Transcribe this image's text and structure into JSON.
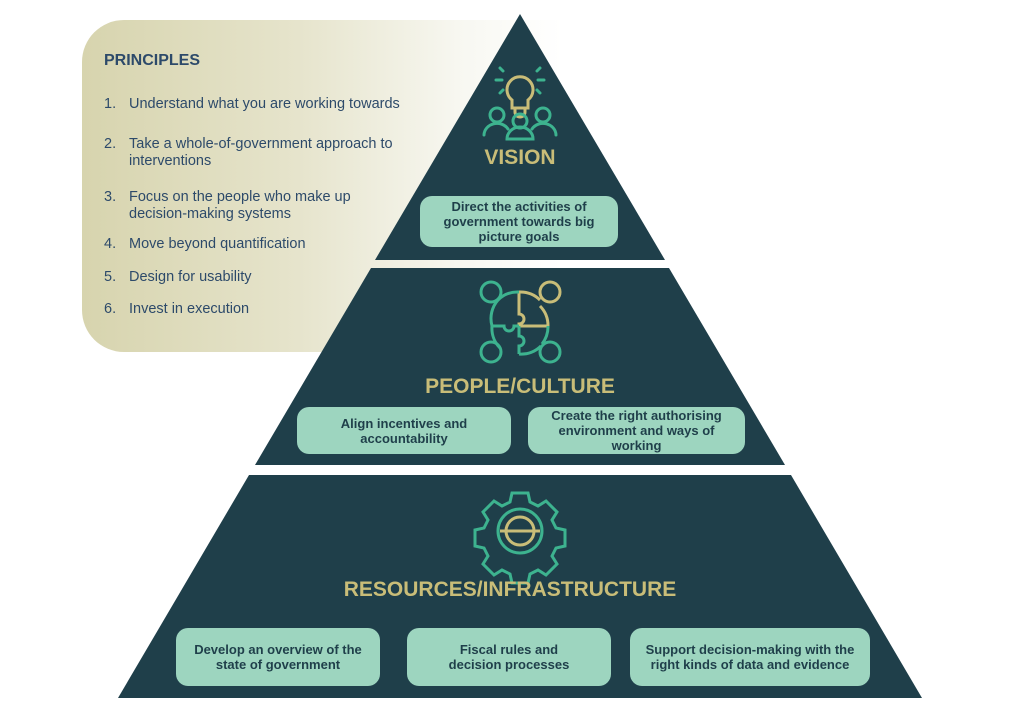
{
  "principles": {
    "title": "PRINCIPLES",
    "items": [
      {
        "num": "1.",
        "text": "Understand what you are  working towards"
      },
      {
        "num": "2.",
        "text": "Take a whole-of-government approach to interventions"
      },
      {
        "num": "3.",
        "text": "Focus on the people who make up decision-making systems"
      },
      {
        "num": "4.",
        "text": "Move beyond quantification"
      },
      {
        "num": "5.",
        "text": "Design for usability"
      },
      {
        "num": "6.",
        "text": "Invest in execution"
      }
    ]
  },
  "tiers": {
    "vision": {
      "title": "VISION",
      "icon": "lightbulb-people-icon",
      "boxes": [
        "Direct the activities of government towards big picture goals"
      ]
    },
    "people": {
      "title": "PEOPLE/CULTURE",
      "icon": "puzzle-network-icon",
      "boxes": [
        "Align incentives and accountability",
        "Create the right authorising environment and ways of working"
      ]
    },
    "resources": {
      "title": "RESOURCES/INFRASTRUCTURE",
      "icon": "gear-icon",
      "boxes": [
        "Develop an overview of the state of government",
        "Fiscal rules and decision processes",
        "Support decision-making with the right kinds of data and evidence"
      ]
    }
  },
  "colors": {
    "pyramid": "#1f3f4a",
    "green": "#3db38f",
    "gold": "#c9bd78",
    "box": "#9dd5bf",
    "text": "#2d4a6a"
  }
}
